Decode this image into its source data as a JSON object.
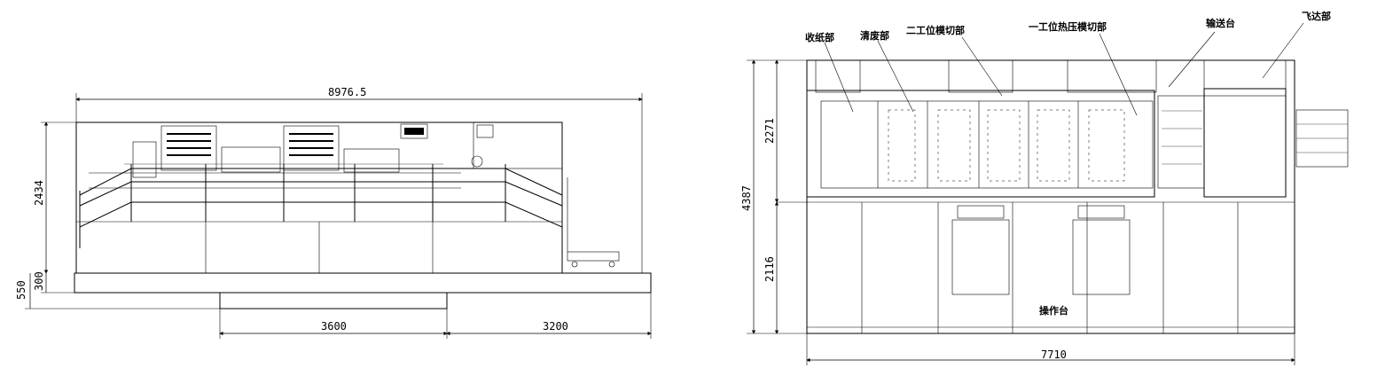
{
  "side_view": {
    "dims": {
      "overall_length": "8976.5",
      "height": "2434",
      "base_height": "300",
      "pit_depth": "550",
      "pit_length": "3600",
      "pit_offset": "3200"
    }
  },
  "top_view": {
    "labels": {
      "delivery": "收纸部",
      "stripping": "清废部",
      "station2": "二工位模切部",
      "station1": "一工位热压模切部",
      "conveyor": "输送台",
      "feeder": "飞达部",
      "operator": "操作台"
    },
    "dims": {
      "total_width": "4387",
      "upper_width": "2271",
      "lower_width": "2116",
      "length": "7710"
    }
  }
}
